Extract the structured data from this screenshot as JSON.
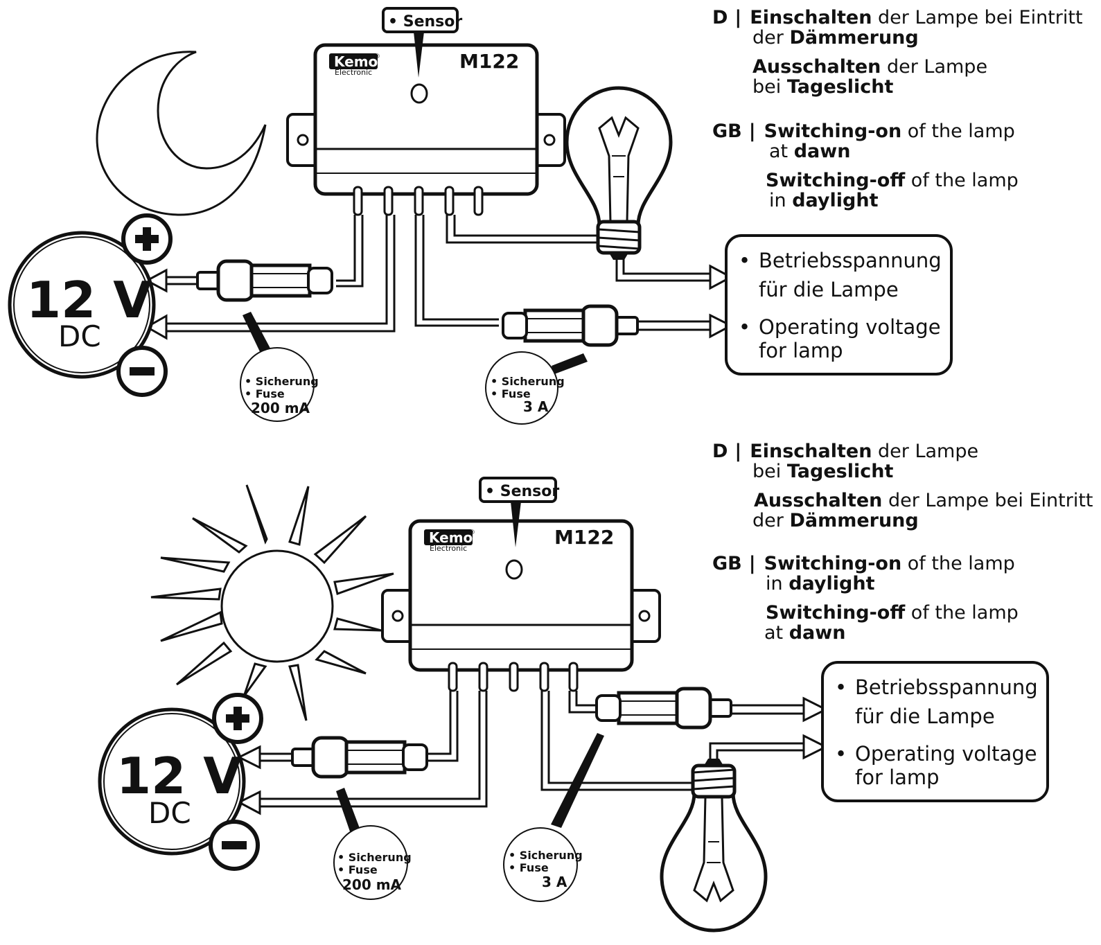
{
  "common": {
    "sensor_label": "• Sensor",
    "brand": "Kemo",
    "brand_mark": "®",
    "brand_sub": "Electronic",
    "model": "M122",
    "voltage": "12 V",
    "voltage_type": "DC",
    "fuse_line1": "• Sicherung",
    "fuse_line2": "• Fuse",
    "fuse_small_value": "200 mA",
    "fuse_large_value": "3 A",
    "operating_de_1": "Betriebsspannung",
    "operating_de_2": "für die Lampe",
    "operating_en_1": "Operating voltage",
    "operating_en_2": "for lamp",
    "bullet": "•"
  },
  "top": {
    "d_code": "D",
    "sep": "|",
    "d1_bold": "Einschalten",
    "d1_rest": " der Lampe bei Eintritt",
    "d1b_pre": "der ",
    "d1b_bold": "Dämmerung",
    "d2_bold": "Ausschalten",
    "d2_rest": " der Lampe",
    "d2b_pre": "bei ",
    "d2b_bold": "Tageslicht",
    "gb_code": "GB",
    "gb1_bold": "Switching-on",
    "gb1_rest": " of the lamp",
    "gb1b_pre": "at ",
    "gb1b_bold": "dawn",
    "gb2_bold": "Switching-off",
    "gb2_rest": " of the lamp",
    "gb2b_pre": "in ",
    "gb2b_bold": "daylight"
  },
  "bottom": {
    "d_code": "D",
    "sep": "|",
    "d1_bold": "Einschalten",
    "d1_rest": " der Lampe",
    "d1b_pre": "bei ",
    "d1b_bold": "Tageslicht",
    "d2_bold": "Ausschalten",
    "d2_rest": " der Lampe bei Eintritt",
    "d2b_pre": "der ",
    "d2b_bold": "Dämmerung",
    "gb_code": "GB",
    "gb1_bold": "Switching-on",
    "gb1_rest": " of the lamp",
    "gb1b_pre": "in ",
    "gb1b_bold": "daylight",
    "gb2_bold": "Switching-off",
    "gb2_rest": " of the lamp",
    "gb2b_pre": "at ",
    "gb2b_bold": "dawn"
  }
}
